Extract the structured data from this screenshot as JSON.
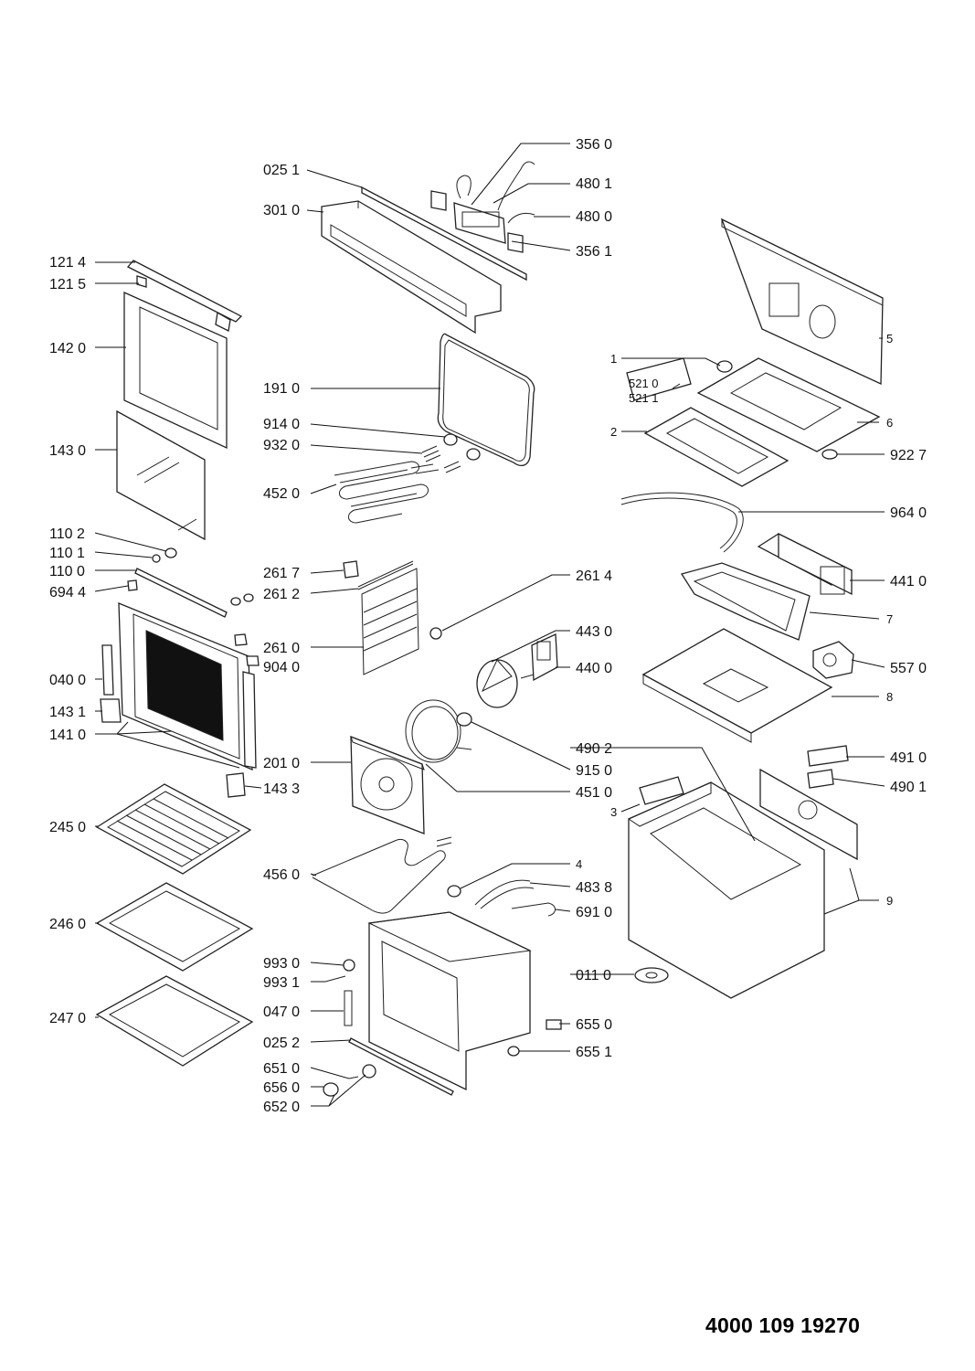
{
  "document": {
    "number": "4000 109 19270"
  },
  "callouts": [
    {
      "id": "c0251a",
      "label": "025 1"
    },
    {
      "id": "c3010",
      "label": "301 0"
    },
    {
      "id": "c3560",
      "label": "356 0"
    },
    {
      "id": "c4801",
      "label": "480 1"
    },
    {
      "id": "c4800",
      "label": "480 0"
    },
    {
      "id": "c3561",
      "label": "356 1"
    },
    {
      "id": "c1214",
      "label": "121 4"
    },
    {
      "id": "c1215",
      "label": "121 5"
    },
    {
      "id": "c1420",
      "label": "142 0"
    },
    {
      "id": "c1910",
      "label": "191 0"
    },
    {
      "id": "c9140",
      "label": "914 0"
    },
    {
      "id": "c9320",
      "label": "932 0"
    },
    {
      "id": "c4520",
      "label": "452 0"
    },
    {
      "id": "c1430",
      "label": "143 0"
    },
    {
      "id": "c1102",
      "label": "110 2"
    },
    {
      "id": "c1101",
      "label": "110 1"
    },
    {
      "id": "c1100",
      "label": "110 0"
    },
    {
      "id": "c6944",
      "label": "694 4"
    },
    {
      "id": "c2617",
      "label": "261 7"
    },
    {
      "id": "c2612",
      "label": "261 2"
    },
    {
      "id": "c2610",
      "label": "261 0"
    },
    {
      "id": "c9040",
      "label": "904 0"
    },
    {
      "id": "c0400",
      "label": "040 0"
    },
    {
      "id": "c1431",
      "label": "143 1"
    },
    {
      "id": "c1410",
      "label": "141 0"
    },
    {
      "id": "c2010",
      "label": "201 0"
    },
    {
      "id": "c1433",
      "label": "143 3"
    },
    {
      "id": "c2450",
      "label": "245 0"
    },
    {
      "id": "c4560",
      "label": "456 0"
    },
    {
      "id": "c2460",
      "label": "246 0"
    },
    {
      "id": "c9930",
      "label": "993 0"
    },
    {
      "id": "c9931",
      "label": "993 1"
    },
    {
      "id": "c0470",
      "label": "047 0"
    },
    {
      "id": "c2470",
      "label": "247 0"
    },
    {
      "id": "c0252",
      "label": "025 2"
    },
    {
      "id": "c6510",
      "label": "651 0"
    },
    {
      "id": "c6560",
      "label": "656 0"
    },
    {
      "id": "c6520",
      "label": "652 0"
    },
    {
      "id": "c2614",
      "label": "261 4"
    },
    {
      "id": "c4430",
      "label": "443 0"
    },
    {
      "id": "c4400",
      "label": "440 0"
    },
    {
      "id": "c4902",
      "label": "490 2"
    },
    {
      "id": "c9150",
      "label": "915 0"
    },
    {
      "id": "c4510",
      "label": "451 0"
    },
    {
      "id": "c4",
      "label": "4"
    },
    {
      "id": "c4838",
      "label": "483 8"
    },
    {
      "id": "c6910",
      "label": "691 0"
    },
    {
      "id": "c0110",
      "label": "011 0"
    },
    {
      "id": "c6550",
      "label": "655 0"
    },
    {
      "id": "c6551",
      "label": "655 1"
    },
    {
      "id": "c5",
      "label": "5"
    },
    {
      "id": "c1",
      "label": "1"
    },
    {
      "id": "c5210",
      "label": "521 0"
    },
    {
      "id": "c5211",
      "label": "521 1"
    },
    {
      "id": "c6",
      "label": "6"
    },
    {
      "id": "c2",
      "label": "2"
    },
    {
      "id": "c9227",
      "label": "922 7"
    },
    {
      "id": "c9640",
      "label": "964 0"
    },
    {
      "id": "c4410",
      "label": "441 0"
    },
    {
      "id": "c7",
      "label": "7"
    },
    {
      "id": "c5570",
      "label": "557 0"
    },
    {
      "id": "c8",
      "label": "8"
    },
    {
      "id": "c4910",
      "label": "491 0"
    },
    {
      "id": "c4901",
      "label": "490 1"
    },
    {
      "id": "c3",
      "label": "3"
    },
    {
      "id": "c9",
      "label": "9"
    }
  ]
}
